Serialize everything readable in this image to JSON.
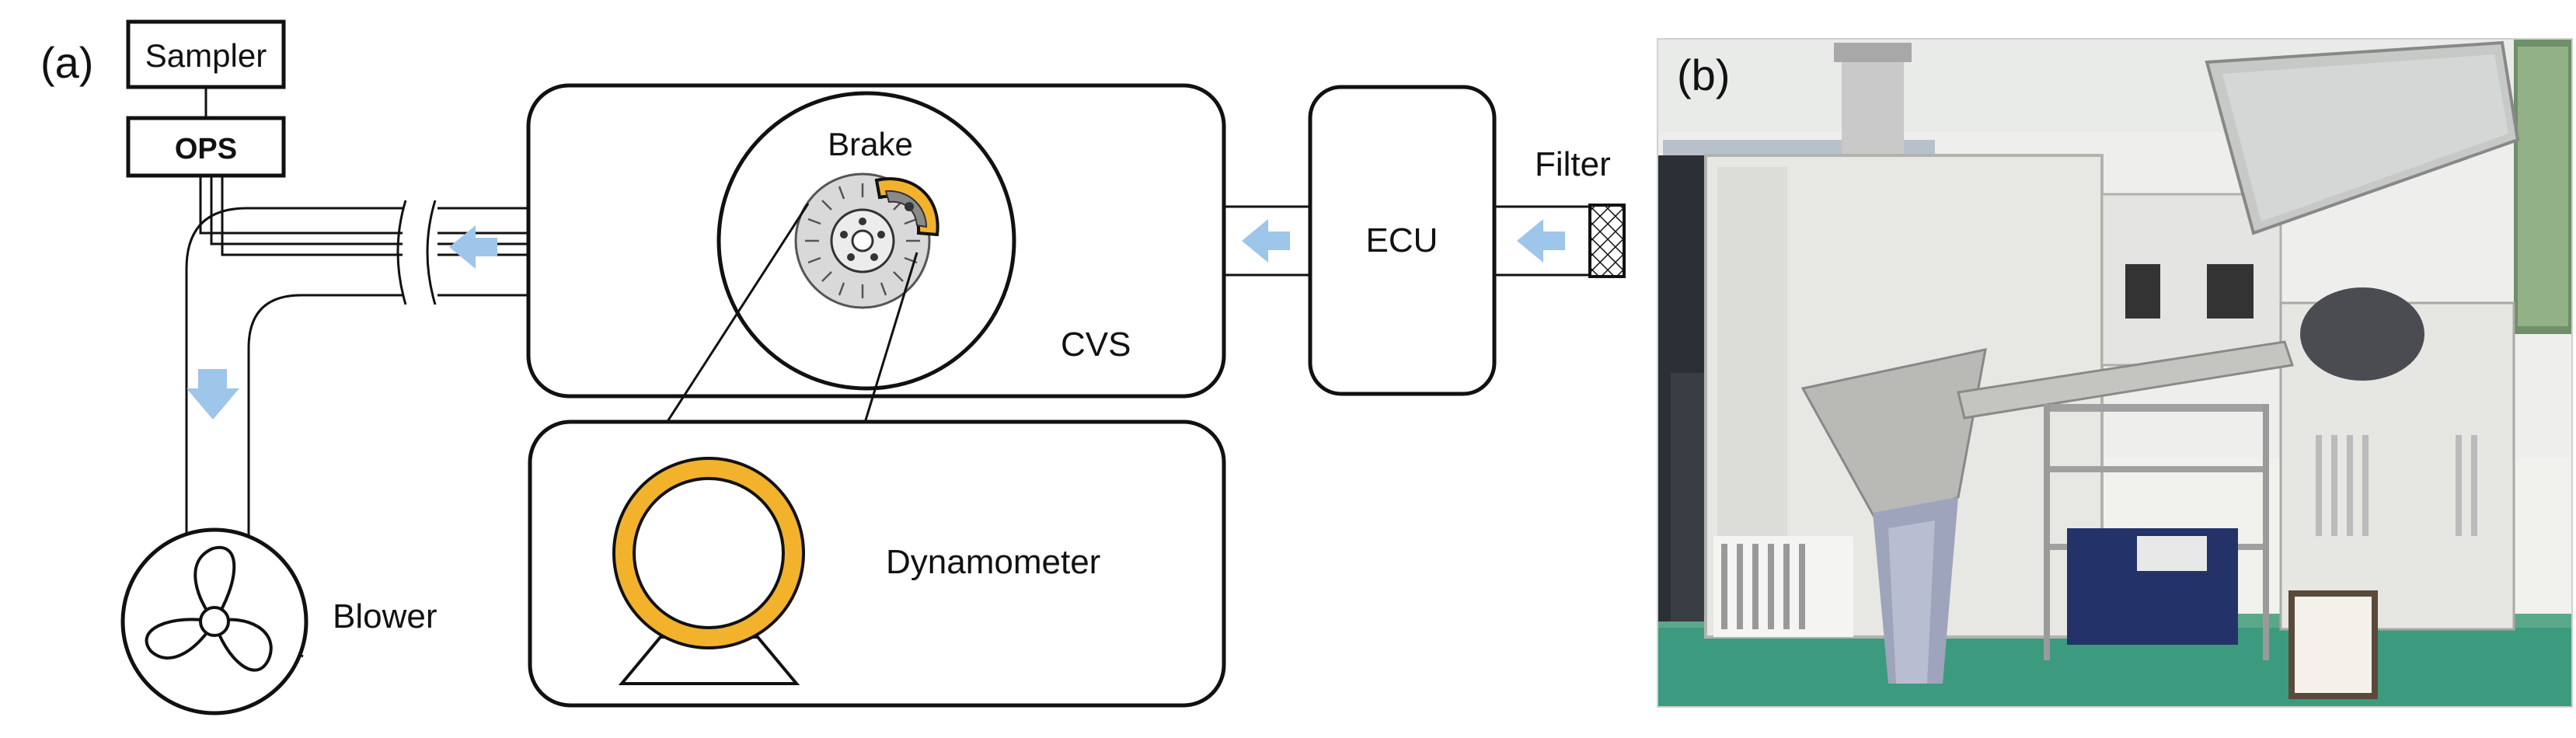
{
  "panels": {
    "a_label": "(a)",
    "b_label": "(b)"
  },
  "labels": {
    "sampler": "Sampler",
    "ops": "OPS",
    "brake": "Brake",
    "cvs": "CVS",
    "ecu": "ECU",
    "filter": "Filter",
    "dynamometer": "Dynamometer",
    "blower": "Blower"
  },
  "colors": {
    "arrow": "#9ec5ea",
    "wheel": "#f2b22c",
    "disc": "#d9d9d9",
    "photo_wall": "#f1f1ee",
    "photo_floor": "#3c9b7e"
  },
  "icons": {
    "flow_arrow": "arrow-icon",
    "blower": "fan-icon",
    "filter": "mesh-filter-icon"
  }
}
